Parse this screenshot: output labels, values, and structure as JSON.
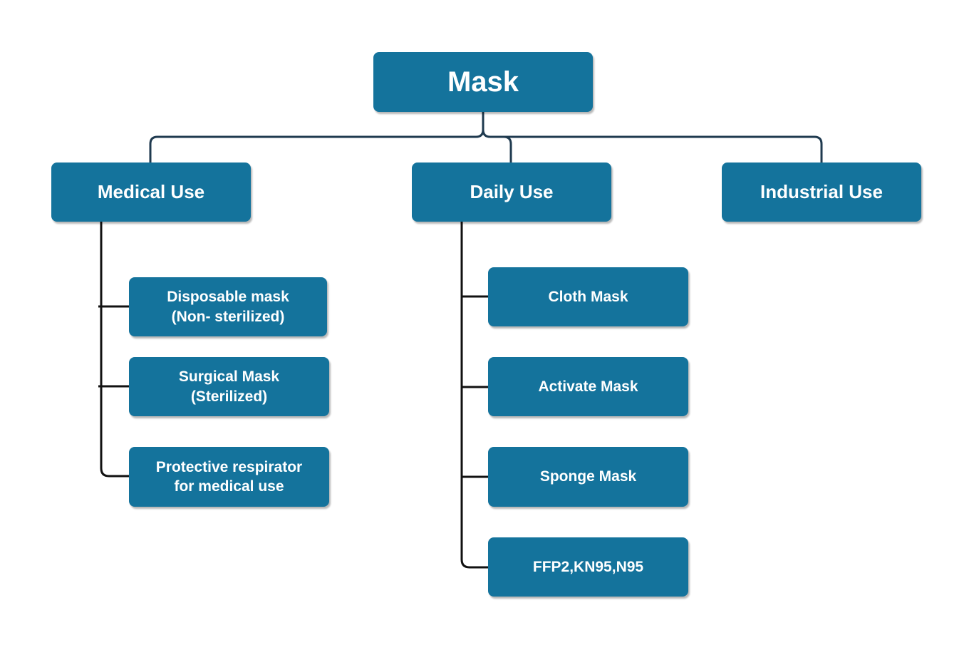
{
  "diagram": {
    "root": {
      "label": "Mask"
    },
    "categories": [
      {
        "id": "medical",
        "label": "Medical Use"
      },
      {
        "id": "daily",
        "label": "Daily Use"
      },
      {
        "id": "industrial",
        "label": "Industrial Use"
      }
    ],
    "medical_items": [
      {
        "line1": "Disposable mask",
        "line2": "(Non- sterilized)"
      },
      {
        "line1": "Surgical Mask",
        "line2": "(Sterilized)"
      },
      {
        "line1": "Protective respirator",
        "line2": "for medical use"
      }
    ],
    "daily_items": [
      {
        "label": "Cloth Mask"
      },
      {
        "label": "Activate Mask"
      },
      {
        "label": "Sponge Mask"
      },
      {
        "label": "FFP2,KN95,N95"
      }
    ]
  },
  "colors": {
    "node_fill": "#14739c",
    "node_text": "#ffffff",
    "top_connector": "#1f3a4f",
    "branch_connector": "#111111"
  }
}
